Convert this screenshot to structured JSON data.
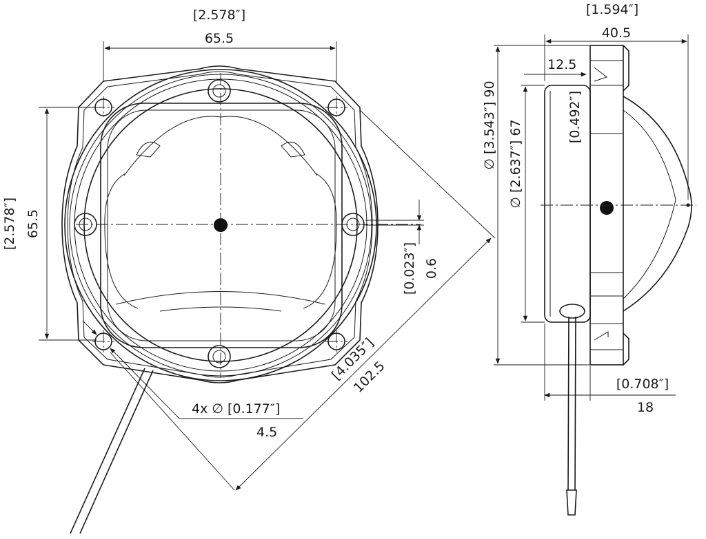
{
  "front_view": {
    "overall_width": {
      "inch": "[2.578″]",
      "mm": "65.5"
    },
    "overall_height": {
      "inch": "[2.578″]",
      "mm": "65.5"
    },
    "center_offset": {
      "inch": "[0.023″]",
      "mm": "0.6"
    },
    "hole_diameter": {
      "prefix": "4x ∅ [0.177″]",
      "mm": "4.5"
    },
    "diagonal": {
      "inch": "[4.035″]",
      "mm": "102.5"
    }
  },
  "side_view": {
    "depth_total": {
      "inch": "[1.594″]",
      "mm": "40.5"
    },
    "flange_thickness": {
      "inch": "[0.492″]",
      "mm": "12.5"
    },
    "outer_diameter": {
      "text": "∅ [3.543″] 90"
    },
    "housing_diameter": {
      "text": "∅ [2.637″] 67"
    },
    "rear_depth": {
      "inch": "[0.708″]",
      "mm": "18"
    }
  }
}
